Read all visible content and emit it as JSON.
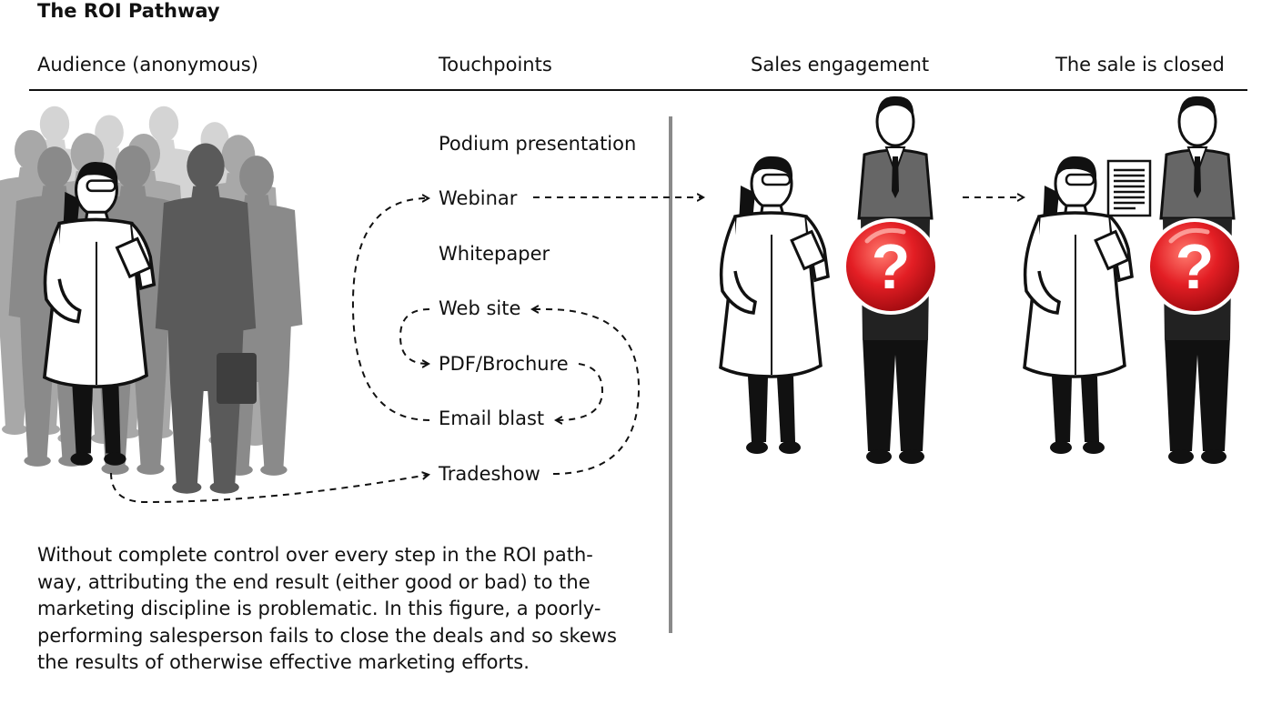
{
  "title": "The ROI Pathway",
  "headers": {
    "audience": "Audience (anonymous)",
    "touchpoints": "Touchpoints",
    "sales_engagement": "Sales engagement",
    "sale_closed": "The sale is closed"
  },
  "touchpoints": [
    "Podium presentation",
    "Webinar",
    "Whitepaper",
    "Web site",
    "PDF/Brochure",
    "Email blast",
    "Tradeshow"
  ],
  "question_mark": "?",
  "caption_lines": [
    "Without complete control over every step in the ROI path-",
    "way, attributing the end result (either good or bad) to the",
    "marketing discipline is problematic. In this figure, a poorly-",
    "performing salesperson fails to close the deals and so skews",
    "the results of otherwise effective marketing efforts."
  ],
  "colors": {
    "rule": "#111111",
    "divider": "#8a8a8a",
    "question_badge": "#e31e24",
    "crowd_light": "#cfcfcf",
    "crowd_mid": "#9a9a9a",
    "crowd_dark": "#5a5a5a"
  }
}
